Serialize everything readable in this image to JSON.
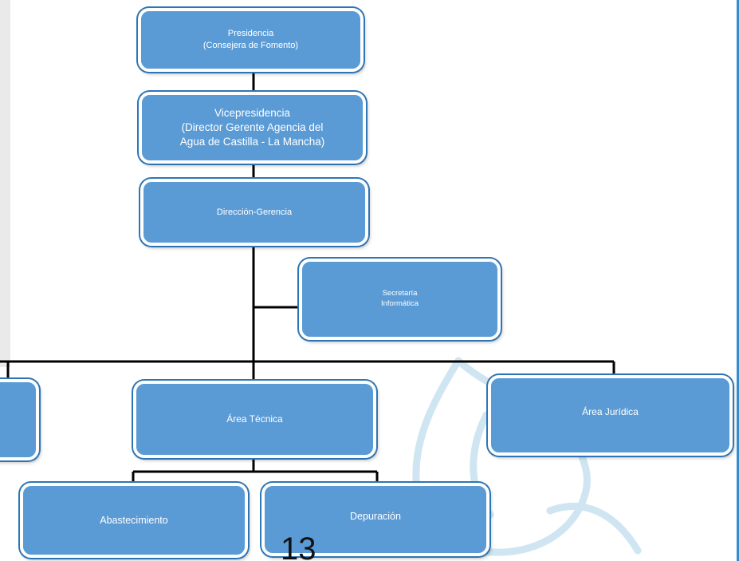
{
  "colors": {
    "box_fill": "#5b9bd5",
    "box_border": "#2e75b6",
    "connector": "#000000",
    "watermark": "#cfe6f2",
    "accent_border": "#2e8fd0"
  },
  "nodes": {
    "presidencia": {
      "title": "Presidencia",
      "subtitle": "(Consejera de Fomento)"
    },
    "vicepresidencia": {
      "title": "Vicepresidencia",
      "line2": "(Director Gerente Agencia del",
      "line3": "Agua de Castilla - La Mancha)"
    },
    "direccion_gerencia": {
      "title": "Dirección-Gerencia"
    },
    "secretaria": {
      "line1": "Secretaría",
      "line2": "Informática"
    },
    "area_tecnica": {
      "title": "Área Técnica"
    },
    "area_juridica": {
      "title": "Área Jurídica"
    },
    "abastecimiento": {
      "title": "Abastecimiento"
    },
    "depuracion": {
      "title": "Depuración"
    }
  },
  "page_number": "13",
  "watermark_icon": "water-drop-icon"
}
